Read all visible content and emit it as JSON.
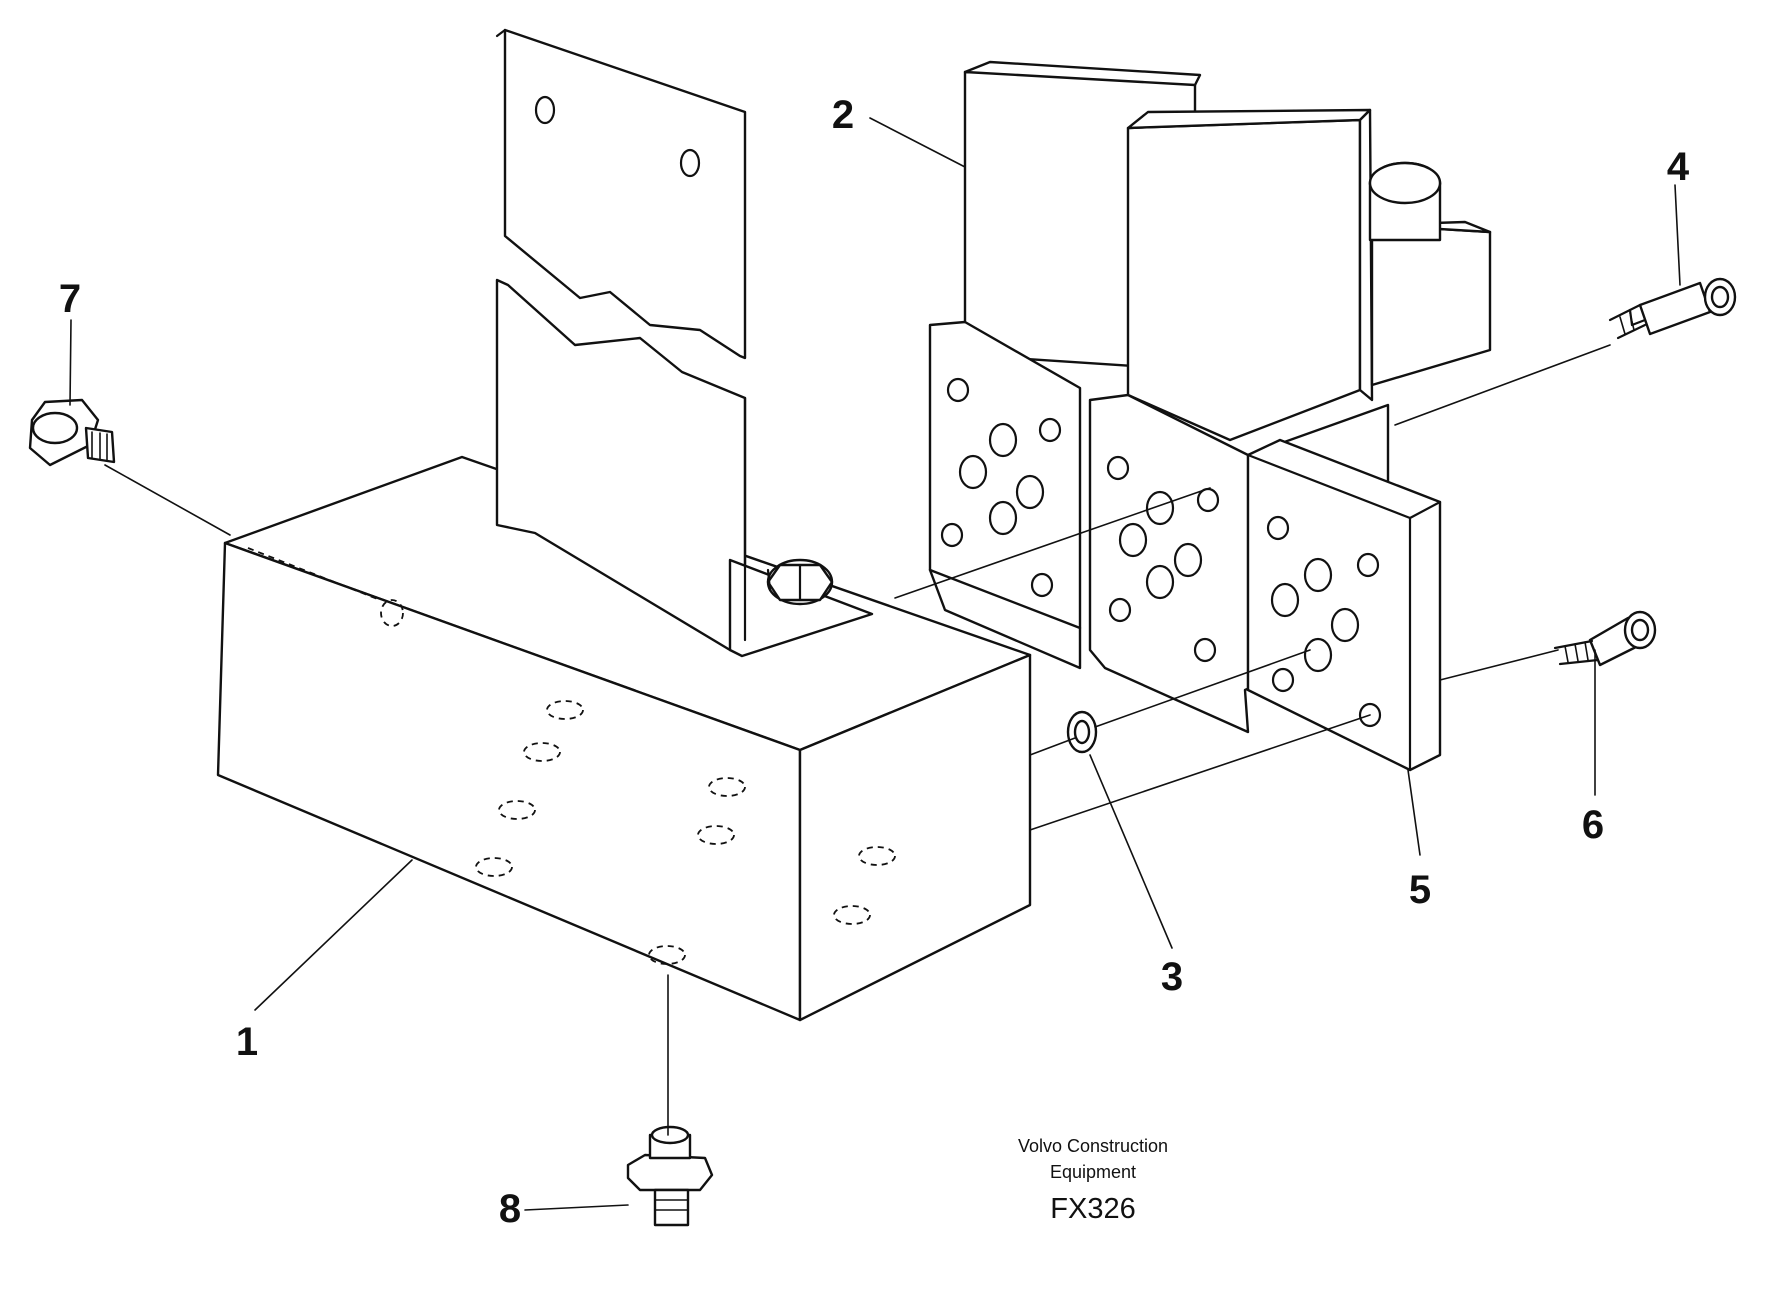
{
  "callouts": [
    {
      "id": "1",
      "text": "1"
    },
    {
      "id": "2",
      "text": "2"
    },
    {
      "id": "3",
      "text": "3"
    },
    {
      "id": "4",
      "text": "4"
    },
    {
      "id": "5",
      "text": "5"
    },
    {
      "id": "6",
      "text": "6"
    },
    {
      "id": "7",
      "text": "7"
    },
    {
      "id": "8",
      "text": "8"
    }
  ],
  "credit": {
    "line1": "Volvo Construction",
    "line2": "Equipment",
    "code": "FX326"
  }
}
